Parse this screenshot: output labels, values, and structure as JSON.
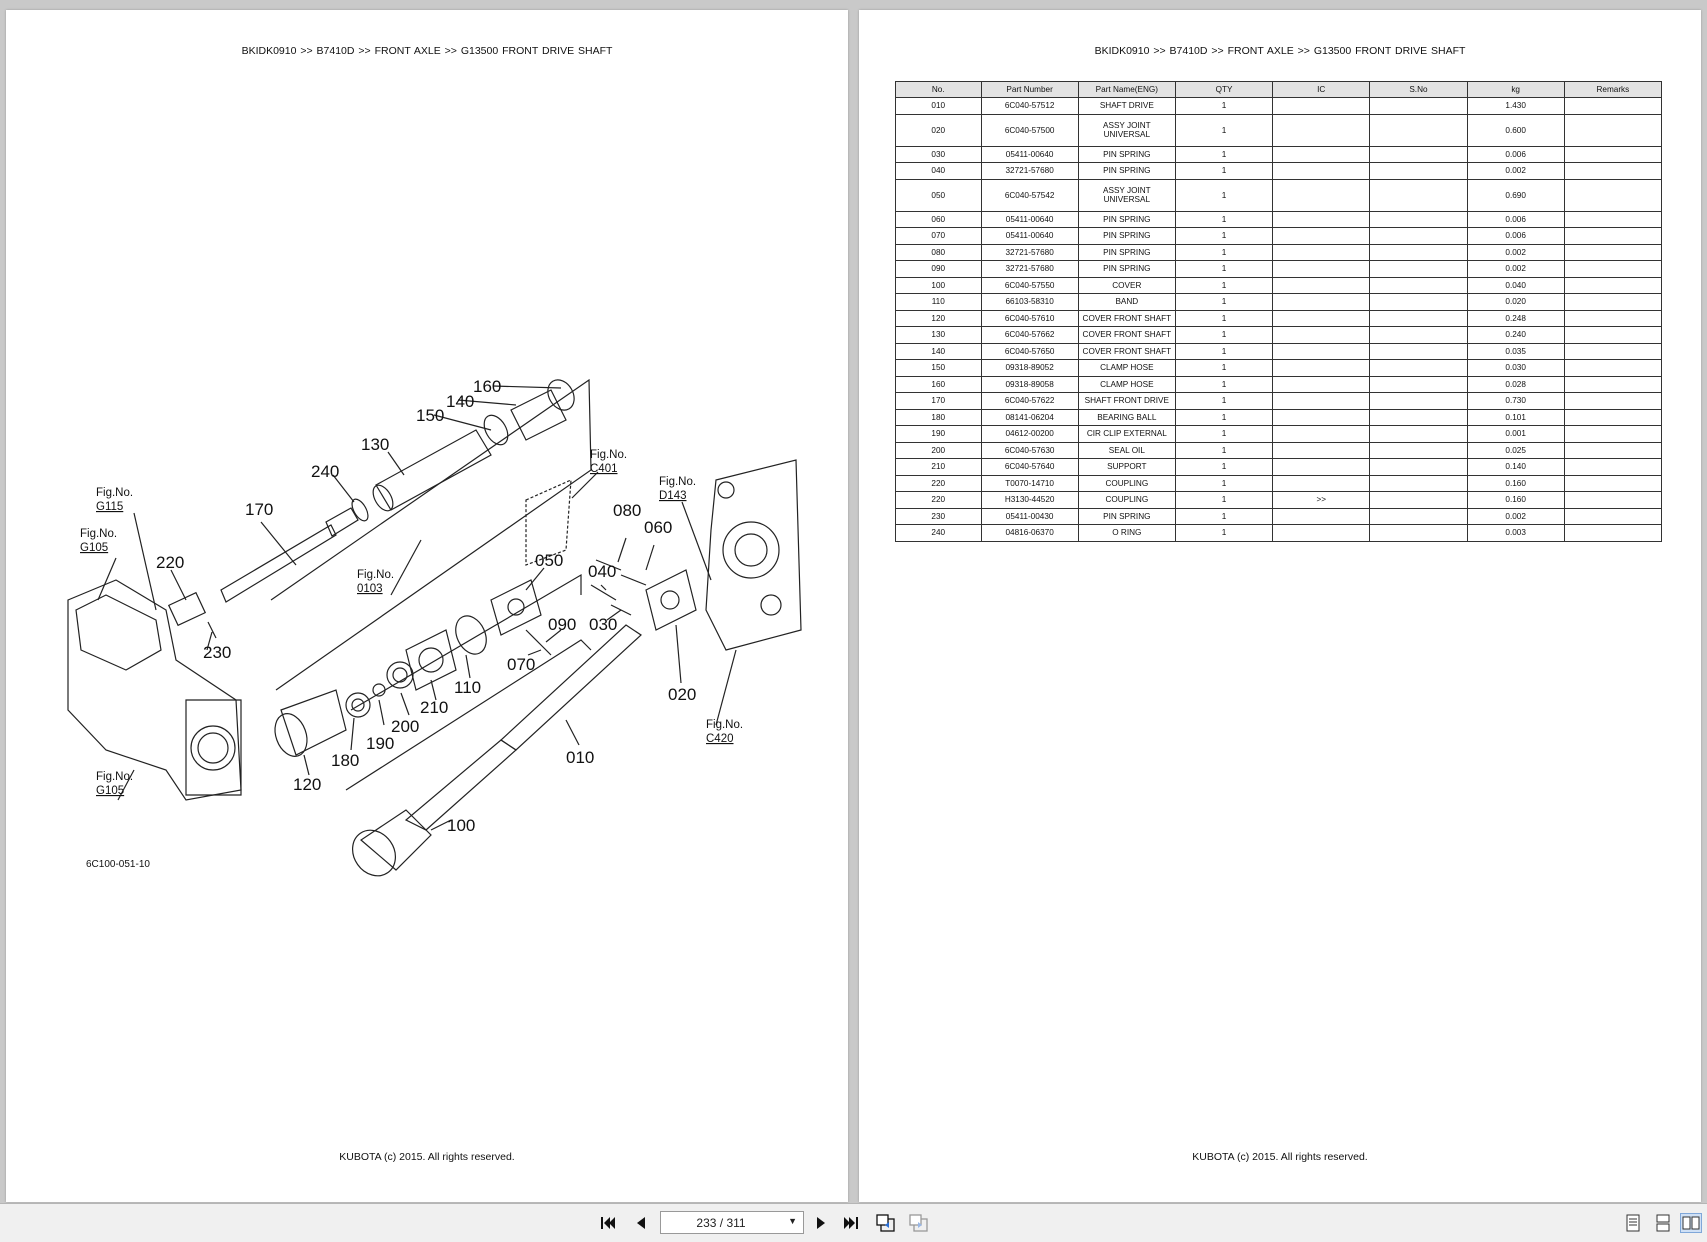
{
  "document": {
    "header": "BKIDK0910 >> B7410D >> FRONT AXLE >> G13500   FRONT DRIVE SHAFT",
    "footer": "KUBOTA (c) 2015. All rights reserved.",
    "figure_code": "6C100-051-10"
  },
  "diagram": {
    "callouts": [
      "160",
      "140",
      "150",
      "130",
      "240",
      "170",
      "220",
      "230",
      "050",
      "080",
      "060",
      "040",
      "030",
      "090",
      "070",
      "110",
      "210",
      "200",
      "190",
      "180",
      "120",
      "010",
      "020",
      "100"
    ],
    "fig_refs": [
      {
        "top": "Fig.No.",
        "code": "G115"
      },
      {
        "top": "Fig.No.",
        "code": "G105"
      },
      {
        "top": "Fig.No.",
        "code": "0103"
      },
      {
        "top": "Fig.No.",
        "code": "C401"
      },
      {
        "top": "Fig.No.",
        "code": "D143"
      },
      {
        "top": "Fig.No.",
        "code": "C420"
      },
      {
        "top": "Fig.No.",
        "code": "G105"
      }
    ]
  },
  "parts_table": {
    "columns": [
      "No.",
      "Part Number",
      "Part Name(ENG)",
      "QTY",
      "IC",
      "S.No",
      "kg",
      "Remarks"
    ],
    "rows": [
      [
        "010",
        "6C040-57512",
        "SHAFT DRIVE",
        "1",
        "",
        "",
        "1.430",
        ""
      ],
      [
        "020",
        "6C040-57500",
        "ASSY JOINT UNIVERSAL",
        "1",
        "",
        "",
        "0.600",
        ""
      ],
      [
        "030",
        "05411-00640",
        "PIN SPRING",
        "1",
        "",
        "",
        "0.006",
        ""
      ],
      [
        "040",
        "32721-57680",
        "PIN SPRING",
        "1",
        "",
        "",
        "0.002",
        ""
      ],
      [
        "050",
        "6C040-57542",
        "ASSY JOINT UNIVERSAL",
        "1",
        "",
        "",
        "0.690",
        ""
      ],
      [
        "060",
        "05411-00640",
        "PIN SPRING",
        "1",
        "",
        "",
        "0.006",
        ""
      ],
      [
        "070",
        "05411-00640",
        "PIN SPRING",
        "1",
        "",
        "",
        "0.006",
        ""
      ],
      [
        "080",
        "32721-57680",
        "PIN SPRING",
        "1",
        "",
        "",
        "0.002",
        ""
      ],
      [
        "090",
        "32721-57680",
        "PIN SPRING",
        "1",
        "",
        "",
        "0.002",
        ""
      ],
      [
        "100",
        "6C040-57550",
        "COVER",
        "1",
        "",
        "",
        "0.040",
        ""
      ],
      [
        "110",
        "66103-58310",
        "BAND",
        "1",
        "",
        "",
        "0.020",
        ""
      ],
      [
        "120",
        "6C040-57610",
        "COVER FRONT SHAFT",
        "1",
        "",
        "",
        "0.248",
        ""
      ],
      [
        "130",
        "6C040-57662",
        "COVER FRONT SHAFT",
        "1",
        "",
        "",
        "0.240",
        ""
      ],
      [
        "140",
        "6C040-57650",
        "COVER FRONT SHAFT",
        "1",
        "",
        "",
        "0.035",
        ""
      ],
      [
        "150",
        "09318-89052",
        "CLAMP HOSE",
        "1",
        "",
        "",
        "0.030",
        ""
      ],
      [
        "160",
        "09318-89058",
        "CLAMP HOSE",
        "1",
        "",
        "",
        "0.028",
        ""
      ],
      [
        "170",
        "6C040-57622",
        "SHAFT FRONT DRIVE",
        "1",
        "",
        "",
        "0.730",
        ""
      ],
      [
        "180",
        "08141-06204",
        "BEARING BALL",
        "1",
        "",
        "",
        "0.101",
        ""
      ],
      [
        "190",
        "04612-00200",
        "CIR CLIP EXTERNAL",
        "1",
        "",
        "",
        "0.001",
        ""
      ],
      [
        "200",
        "6C040-57630",
        "SEAL OIL",
        "1",
        "",
        "",
        "0.025",
        ""
      ],
      [
        "210",
        "6C040-57640",
        "SUPPORT",
        "1",
        "",
        "",
        "0.140",
        ""
      ],
      [
        "220",
        "T0070-14710",
        "COUPLING",
        "1",
        "",
        "",
        "0.160",
        ""
      ],
      [
        "220",
        "H3130-44520",
        "COUPLING",
        "1",
        ">>",
        "",
        "0.160",
        ""
      ],
      [
        "230",
        "05411-00430",
        "PIN SPRING",
        "1",
        "",
        "",
        "0.002",
        ""
      ],
      [
        "240",
        "04816-06370",
        "O RING",
        "1",
        "",
        "",
        "0.003",
        ""
      ]
    ]
  },
  "toolbar": {
    "page_indicator": "233 / 311",
    "icons": [
      "first-page-icon",
      "prev-page-icon",
      "next-page-icon",
      "last-page-icon",
      "single-page-view-icon",
      "continuous-view-icon",
      "facing-view-icon"
    ]
  }
}
